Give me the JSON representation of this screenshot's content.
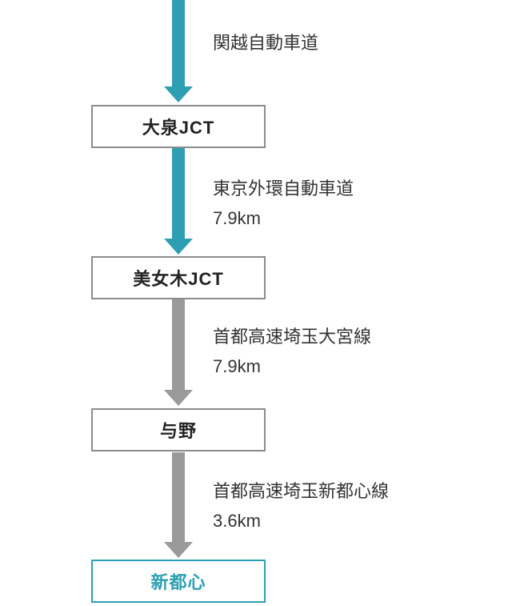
{
  "route": {
    "nodes": [
      {
        "label": "大泉JCT",
        "type": "junction"
      },
      {
        "label": "美女木JCT",
        "type": "junction"
      },
      {
        "label": "与野",
        "type": "junction"
      },
      {
        "label": "新都心",
        "type": "destination"
      }
    ],
    "edges": [
      {
        "road": "関越自動車道",
        "distance": "",
        "color": "teal"
      },
      {
        "road": "東京外環自動車道",
        "distance": "7.9km",
        "color": "teal"
      },
      {
        "road": "首都高速埼玉大宮線",
        "distance": "7.9km",
        "color": "gray"
      },
      {
        "road": "首都高速埼玉新都心線",
        "distance": "3.6km",
        "color": "gray"
      }
    ],
    "colors": {
      "expressway_arrow": "#2e9fb3",
      "shuto_arrow": "#9a9a9a",
      "box_border": "#8c8c8c",
      "destination_accent": "#2e9fb3",
      "text": "#333333"
    }
  }
}
